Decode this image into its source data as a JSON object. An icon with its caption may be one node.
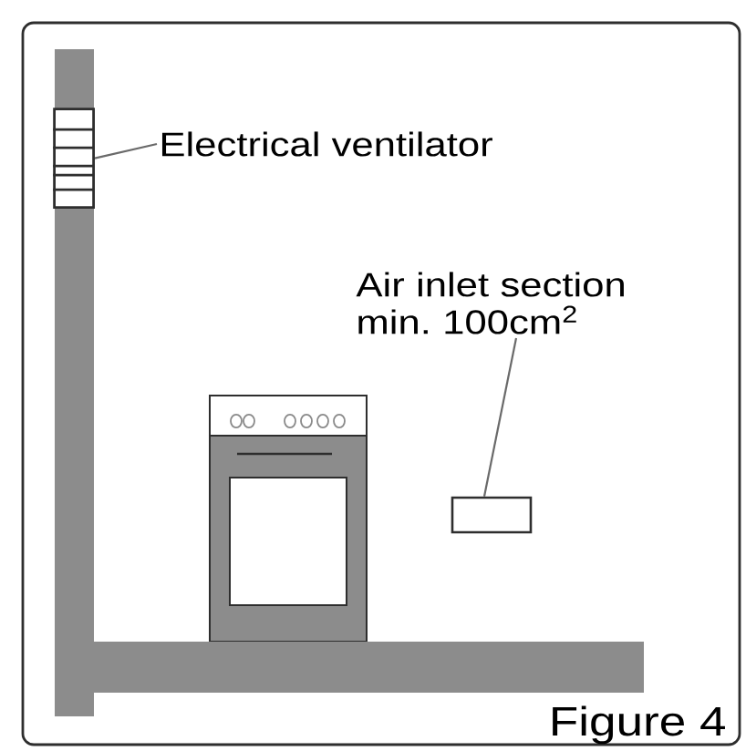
{
  "diagram": {
    "caption": "Figure 4",
    "nodes": [
      {
        "text": [],
        "shape": "bar"
      },
      {
        "text": [
          "Electrical ventilator"
        ]
      },
      {
        "text": [],
        "shape": "box",
        "in": 0
      },
      {
        "text": [
          "Air inlet section min. 100cm$^{2}$"
        ]
      },
      {
        "text": [],
        "shape": "box"
      },
      {
        "text": [],
        "shape": "bar"
      }
    ],
    "edges": [
      {
        "from": 1,
        "to": 2,
        "arrow": "none"
      },
      {
        "from": 3,
        "to": 4,
        "arrow": "none"
      }
    ]
  }
}
